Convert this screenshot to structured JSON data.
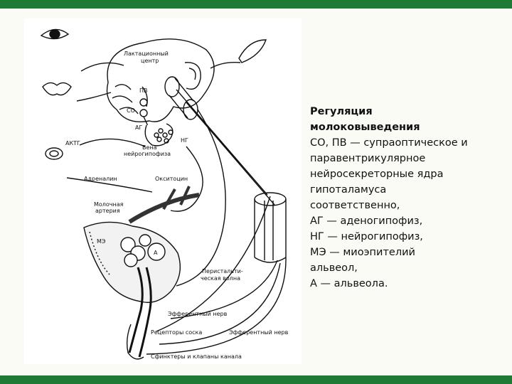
{
  "colors": {
    "accent_bar": "#1f7a36",
    "ink": "#111111"
  },
  "diagram": {
    "labels": {
      "lactation_center_1": "Лактационный",
      "lactation_center_2": "центр",
      "pv": "ПВ",
      "so": "СО",
      "ag": "АГ",
      "ng": "НГ",
      "vein_1": "Вена",
      "vein_2": "нейрогипофиза",
      "actg": "АКТГ",
      "adrenalin": "Адреналин",
      "oxytocin": "Окситоцин",
      "artery_1": "Молочная",
      "artery_2": "артерия",
      "me": "МЭ",
      "a": "А",
      "peristaltic_1": "Перистальти-",
      "peristaltic_2": "ческая волна",
      "efferent_1": "Эфферентный нерв",
      "receptors": "Рецепторы соска",
      "efferent_2": "Эфферентный нерв",
      "sphincters": "Сфинктеры и клапаны канала"
    }
  },
  "caption": {
    "title_1": "Регуляция",
    "title_2": "молоковыведения",
    "lines": [
      "СО, ПВ — супраоптическое и",
      "паравентрикулярное",
      "нейросекреторные ядра",
      "гипоталамуса",
      "соответственно,",
      "АГ — аденогипофиз,",
      "НГ — нейрогипофиз,",
      "МЭ — миоэпителий",
      "альвеол,",
      "А — альвеола."
    ]
  }
}
